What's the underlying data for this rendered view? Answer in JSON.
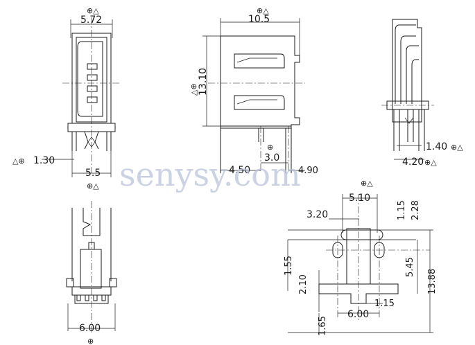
{
  "watermark": "senysy.com",
  "views": {
    "front": {
      "dims": {
        "width_top": "5.72",
        "pin_span": "5.5",
        "pin_offset": "1.30"
      }
    },
    "side": {
      "dims": {
        "length": "10.5",
        "height": "13.10",
        "pin_spacing": "3.0",
        "peg_left": "4.50",
        "peg_right": "4.90"
      }
    },
    "right": {
      "dims": {
        "pitch": "1.40",
        "span": "4.20"
      }
    },
    "bottom": {
      "dims": {
        "width": "6.00"
      }
    },
    "footprint": {
      "dims": {
        "top_width": "5.10",
        "slot_width": "3.20",
        "slot_h": "1.15",
        "slot_offset": "2.28",
        "hole_v": "1.55",
        "pad_v": "5.45",
        "peg_v": "2.10",
        "total_h": "13.88",
        "pad_w": "1.15",
        "width": "6.00",
        "bottom_v": "1.65"
      }
    }
  },
  "symbols": {
    "circle_mark": "⊕",
    "triangle_mark": "△"
  }
}
